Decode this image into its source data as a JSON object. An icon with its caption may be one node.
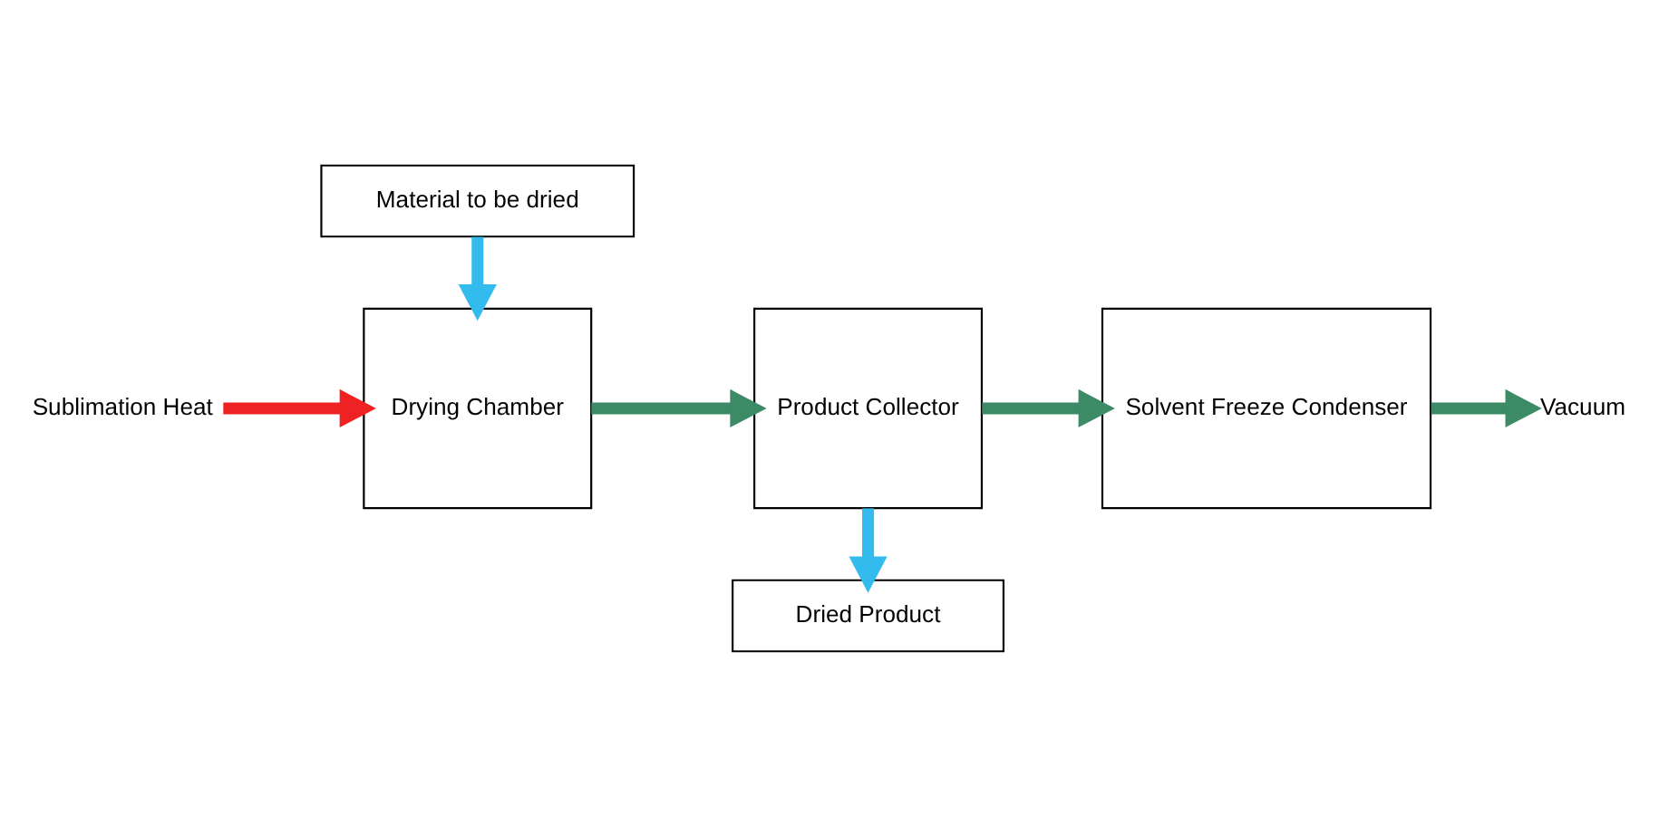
{
  "diagram": {
    "nodes": [
      {
        "text": [
          "Material to be dried"
        ]
      },
      {
        "text": [
          "Drying Chamber"
        ]
      },
      {
        "text": [
          "Product Collector"
        ]
      },
      {
        "text": [
          "Solvent Freeze Condenser"
        ]
      },
      {
        "text": [
          "Dried Product"
        ]
      },
      {
        "text": [
          "Sublimation Heat"
        ]
      },
      {
        "text": [
          "Vacuum"
        ]
      }
    ],
    "edges": [
      {
        "from": 0,
        "to": 1,
        "arrow": "to",
        "color": "#33bbee"
      },
      {
        "from": 5,
        "to": 1,
        "arrow": "to",
        "color": "#ee2222"
      },
      {
        "from": 1,
        "to": 2,
        "arrow": "to"
      },
      {
        "from": 2,
        "to": 3,
        "arrow": "to"
      },
      {
        "from": 3,
        "to": 6,
        "arrow": "to"
      },
      {
        "from": 2,
        "to": 4,
        "arrow": "to",
        "color": "#33bbee"
      }
    ]
  }
}
